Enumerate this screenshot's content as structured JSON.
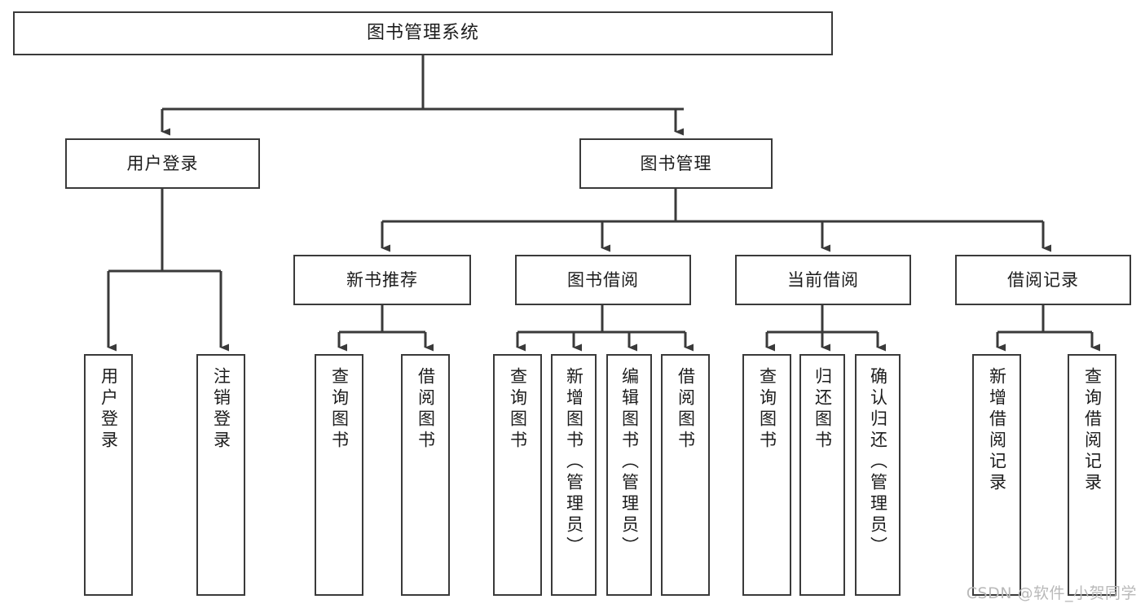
{
  "diagram": {
    "title": "图书管理系统",
    "type": "tree-hierarchy-chart",
    "watermark": "CSDN @软件_小贺同学",
    "colors": {
      "box_border": "#3a3a3a",
      "box_fill": "#ffffff",
      "connector": "#3a3a3a",
      "text": "#1c1c1c",
      "watermark": "#b9b9b9",
      "background": "#ffffff"
    },
    "root": {
      "label": "图书管理系统"
    },
    "level2": [
      {
        "id": "user-login",
        "label": "用户登录"
      },
      {
        "id": "book-management",
        "label": "图书管理"
      }
    ],
    "level3": [
      {
        "id": "new-book-recommend",
        "label": "新书推荐"
      },
      {
        "id": "book-borrow",
        "label": "图书借阅"
      },
      {
        "id": "current-borrow",
        "label": "当前借阅"
      },
      {
        "id": "borrow-record",
        "label": "借阅记录"
      }
    ],
    "leaves": {
      "user_login": [
        {
          "id": "leaf-user-login",
          "label": "用户登录"
        },
        {
          "id": "leaf-logout-login",
          "label": "注销登录"
        }
      ],
      "new_book_recommend": [
        {
          "id": "leaf-query-book-1",
          "label": "查询图书"
        },
        {
          "id": "leaf-borrow-book-1",
          "label": "借阅图书"
        }
      ],
      "book_borrow": [
        {
          "id": "leaf-query-book-2",
          "label": "查询图书"
        },
        {
          "id": "leaf-add-book",
          "label": "新增图书（管理员）"
        },
        {
          "id": "leaf-edit-book",
          "label": "编辑图书（管理员）"
        },
        {
          "id": "leaf-borrow-book-2",
          "label": "借阅图书"
        }
      ],
      "current_borrow": [
        {
          "id": "leaf-query-book-3",
          "label": "查询图书"
        },
        {
          "id": "leaf-return-book",
          "label": "归还图书"
        },
        {
          "id": "leaf-confirm-return",
          "label": "确认归还（管理员）"
        }
      ],
      "borrow_record": [
        {
          "id": "leaf-add-record",
          "label": "新增借阅记录"
        },
        {
          "id": "leaf-query-record",
          "label": "查询借阅记录"
        }
      ]
    }
  }
}
